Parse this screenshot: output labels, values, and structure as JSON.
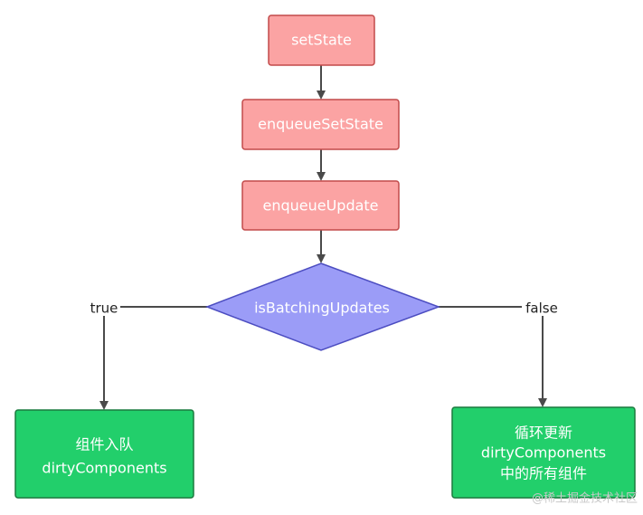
{
  "colors": {
    "process_fill": "#fba3a3",
    "process_stroke": "#c24a4a",
    "decision_fill": "#9b9cf7",
    "decision_stroke": "#4c4dc1",
    "result_fill": "#22cf6b",
    "result_stroke": "#1a7a3e",
    "connector": "#4a4a4a"
  },
  "nodes": {
    "set_state": {
      "label": "setState"
    },
    "enqueue_set_state": {
      "label": "enqueueSetState"
    },
    "enqueue_update": {
      "label": "enqueueUpdate"
    },
    "decision": {
      "label": "isBatchingUpdates"
    },
    "left_result": {
      "line1": "组件入队",
      "line2": "dirtyComponents"
    },
    "right_result": {
      "line1": "循环更新",
      "line2": "dirtyComponents",
      "line3": "中的所有组件"
    }
  },
  "edges": {
    "true_label": "true",
    "false_label": "false"
  },
  "watermark": "@稀土掘金技术社区"
}
